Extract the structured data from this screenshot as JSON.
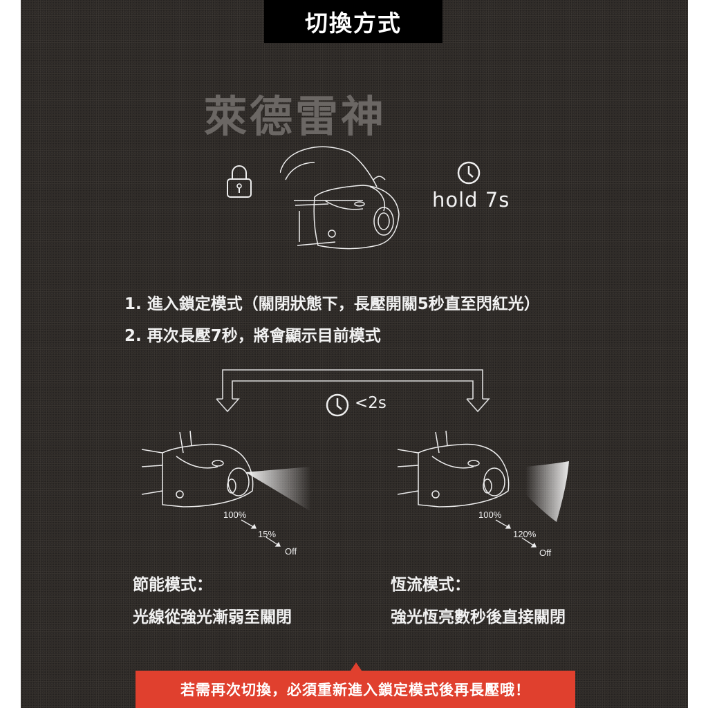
{
  "header": {
    "title": "切換方式"
  },
  "watermark": "萊德雷神",
  "lock_section": {
    "lock_icon": "lock-icon",
    "clock_icon": "clock-icon",
    "hold_label": "hold 7s"
  },
  "instructions": [
    "1. 進入鎖定模式（關閉狀態下，長壓開關5秒直至閃紅光）",
    "2. 再次長壓7秒，將會顯示目前模式"
  ],
  "switch_diagram": {
    "interval_label": "<2s",
    "clock_icon": "clock-icon"
  },
  "modes": [
    {
      "title": "節能模式：",
      "description": "光線從強光漸弱至關閉",
      "sequence": [
        "100%",
        "15%",
        "Off"
      ]
    },
    {
      "title": "恆流模式：",
      "description": "強光恆亮數秒後直接關閉",
      "sequence": [
        "100%",
        "120%",
        "Off"
      ]
    }
  ],
  "banner": {
    "text": "若需再次切換，必須重新進入鎖定模式後再長壓哦！",
    "color": "#e0402e"
  },
  "colors": {
    "background": "#2e2a27",
    "title_box": "#000000",
    "text": "#f2f2f2",
    "watermark": "#6b6764"
  }
}
